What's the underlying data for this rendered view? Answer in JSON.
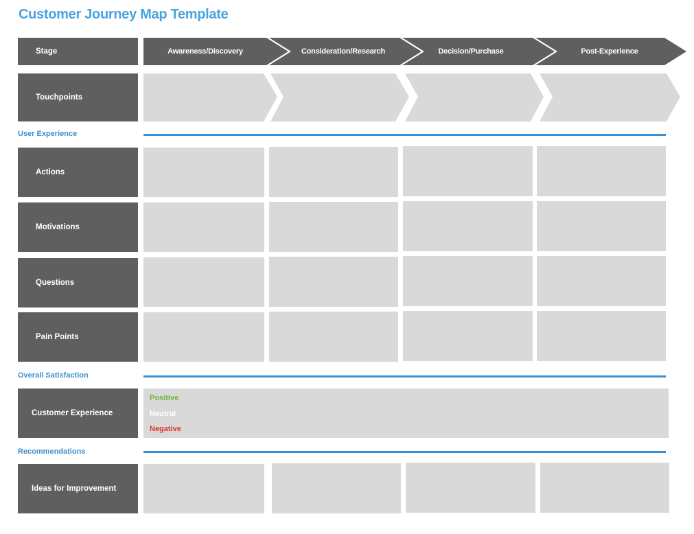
{
  "title": "Customer Journey Map Template",
  "colors": {
    "accent": "#3a8fd0",
    "label_bg": "#5f5f5f",
    "cell_bg": "#d9d9d9",
    "positive": "#6fb33d",
    "neutral": "#ffffff",
    "negative": "#e2332a"
  },
  "stage": {
    "label": "Stage",
    "stages": [
      "Awareness/Discovery",
      "Consideration/Research",
      "Decision/Purchase",
      "Post-Experience"
    ]
  },
  "touchpoints": {
    "label": "Touchpoints"
  },
  "sections": {
    "user_experience": "User Experience",
    "overall_satisfaction": "Overall Satisfaction",
    "recommendations": "Recommendations"
  },
  "rows": {
    "actions": "Actions",
    "motivations": "Motivations",
    "questions": "Questions",
    "pain_points": "Pain Points"
  },
  "customer_experience": {
    "label": "Customer Experience",
    "positive": "Positive",
    "neutral": "Neutral",
    "negative": "Negative"
  },
  "ideas": {
    "label": "Ideas for Improvement"
  }
}
